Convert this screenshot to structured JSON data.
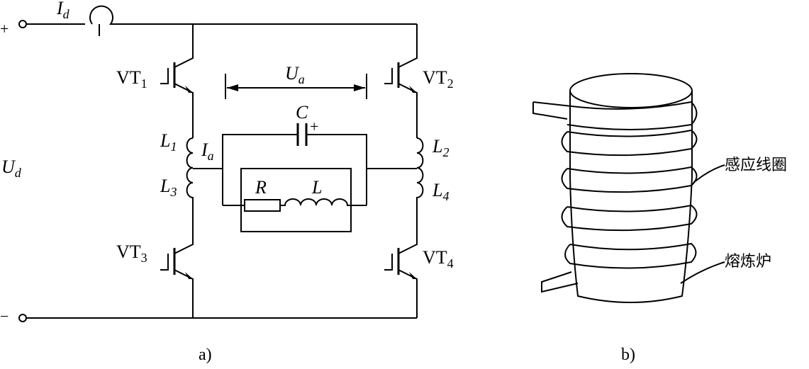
{
  "circuit": {
    "terminal_plus": "+",
    "terminal_minus": "−",
    "Id": {
      "main": "I",
      "sub": "d"
    },
    "Ud": {
      "main": "U",
      "sub": "d"
    },
    "Ua": {
      "main": "U",
      "sub": "a"
    },
    "Ia": {
      "main": "I",
      "sub": "a"
    },
    "C": {
      "main": "C",
      "plus": "+"
    },
    "R": "R",
    "L": "L",
    "VT1": {
      "main": "VT",
      "sub": "1"
    },
    "VT2": {
      "main": "VT",
      "sub": "2"
    },
    "VT3": {
      "main": "VT",
      "sub": "3"
    },
    "VT4": {
      "main": "VT",
      "sub": "4"
    },
    "L1": {
      "main": "L",
      "sub": "1"
    },
    "L2": {
      "main": "L",
      "sub": "2"
    },
    "L3": {
      "main": "L",
      "sub": "3"
    },
    "L4": {
      "main": "L",
      "sub": "4"
    },
    "caption": "a)"
  },
  "furnace": {
    "coil_label": "感应线圈",
    "furnace_label": "熔炼炉",
    "caption": "b)"
  }
}
